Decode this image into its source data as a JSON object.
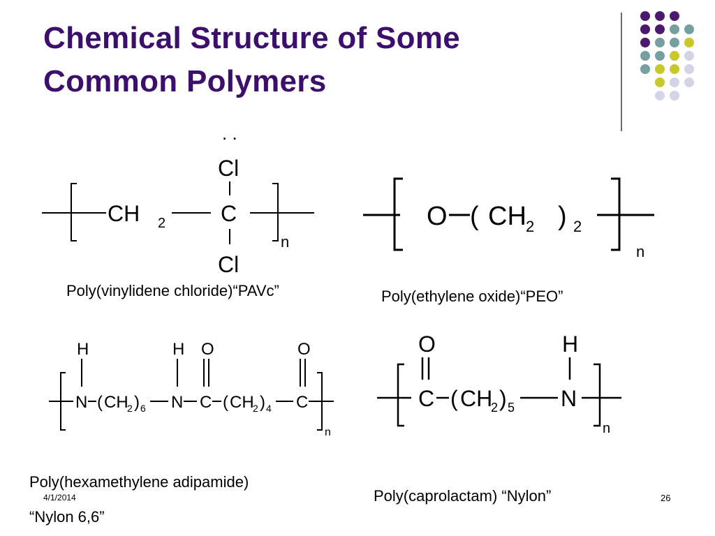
{
  "slide": {
    "title_line1": "Chemical Structure of Some",
    "title_line2": "Common Polymers",
    "date": "4/1/2014",
    "page_number": "26",
    "colors": {
      "title": "#3b0f6b",
      "dot_purple": "#4b1a6e",
      "dot_teal": "#76a0a0",
      "dot_yellow": "#c8c82a",
      "dot_lavender": "#d4d4e8"
    }
  },
  "structures": {
    "pvdc": {
      "caption": "Poly(vinylidene chloride)“PAVc”",
      "ch2": "CH",
      "sub2": "2",
      "c": "C",
      "cl_top": "Cl",
      "cl_bottom": "Cl",
      "dots": ". .",
      "n": "n"
    },
    "peo": {
      "caption": "Poly(ethylene oxide)“PEO”",
      "o": "O",
      "open_paren": "(",
      "ch2": "CH",
      "sub2": "2",
      "close_paren": ")",
      "sub_outer": "2",
      "n": "n"
    },
    "nylon66": {
      "caption_line1": "Poly(hexamethylene adipamide)",
      "caption_line2": "“Nylon 6,6”",
      "h": "H",
      "n_atom": "N",
      "o": "O",
      "c": "C",
      "open_paren": "(",
      "ch2": "CH",
      "sub2": "2",
      "close_paren": ")",
      "sub6": "6",
      "sub4": "4",
      "n": "n"
    },
    "nylon": {
      "caption": "Poly(caprolactam) “Nylon”",
      "o": "O",
      "c": "C",
      "h": "H",
      "n_atom": "N",
      "open_paren": "(",
      "ch2": "CH",
      "sub2": "2",
      "close_paren": ")",
      "sub5": "5",
      "n": "n"
    }
  }
}
